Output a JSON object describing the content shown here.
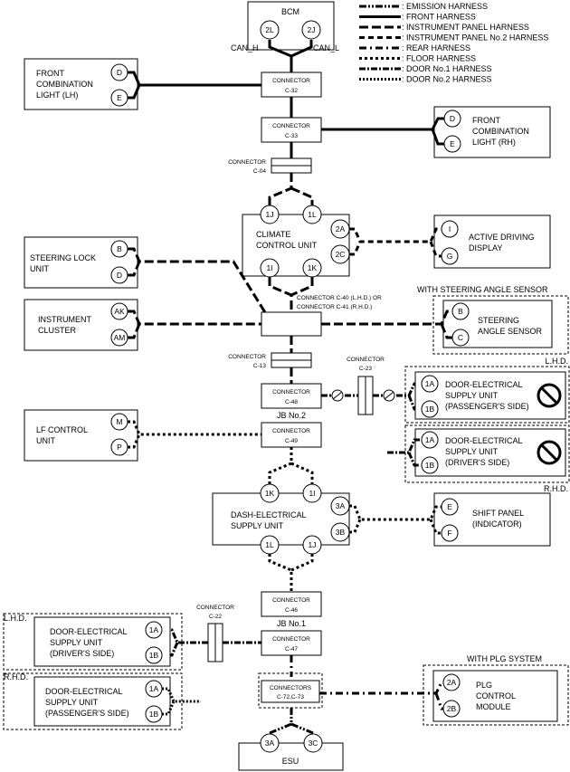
{
  "legend": [
    {
      "label": ": EMISSION HARNESS",
      "style": "emis"
    },
    {
      "label": ": FRONT HARNESS",
      "style": "front"
    },
    {
      "label": ": INSTRUMENT PANEL HARNESS",
      "style": "ip"
    },
    {
      "label": ": INSTRUMENT PANEL No.2 HARNESS",
      "style": "ip2"
    },
    {
      "label": ": REAR HARNESS",
      "style": "rear"
    },
    {
      "label": ": FLOOR HARNESS",
      "style": "floor"
    },
    {
      "label": ": DOOR No.1 HARNESS",
      "style": "door1"
    },
    {
      "label": ": DOOR No.2 HARNESS",
      "style": "door2"
    }
  ],
  "bcm": {
    "title": "BCM",
    "pin_left": "2L",
    "pin_right": "2J",
    "can_h": "CAN_H",
    "can_l": "CAN_L"
  },
  "c32": {
    "line1": "CONNECTOR",
    "line2": "C-32"
  },
  "c33": {
    "line1": "CONNECTOR",
    "line2": "C-33"
  },
  "c04": {
    "line1": "CONNECTOR",
    "line2": "C-04"
  },
  "c13": {
    "line1": "CONNECTOR",
    "line2": "C-13"
  },
  "c40": {
    "line1": "CONNECTOR C-40 (L.H.D.) OR",
    "line2": "CONNECTOR C-41 (R.H.D.)"
  },
  "c23": {
    "line1": "CONNECTOR",
    "line2": "C-23"
  },
  "c48": {
    "line1": "CONNECTOR",
    "line2": "C-48"
  },
  "c49": {
    "line1": "CONNECTOR",
    "line2": "C-49"
  },
  "jb2": "JB No.2",
  "c46": {
    "line1": "CONNECTOR",
    "line2": "C-46"
  },
  "c47": {
    "line1": "CONNECTOR",
    "line2": "C-47"
  },
  "jb1": "JB No.1",
  "c22": {
    "line1": "CONNECTOR",
    "line2": "C-22"
  },
  "c72": {
    "line1": "CONNECTORS",
    "line2": "C-72,C-73"
  },
  "flh": {
    "line1": "FRONT",
    "line2": "COMBINATION",
    "line3": "LIGHT (LH)",
    "pin1": "D",
    "pin2": "E"
  },
  "frh": {
    "line1": "FRONT",
    "line2": "COMBINATION",
    "line3": "LIGHT (RH)",
    "pin1": "D",
    "pin2": "E"
  },
  "climate": {
    "line1": "CLIMATE",
    "line2": "CONTROL UNIT",
    "p1": "1J",
    "p2": "1L",
    "p3": "1I",
    "p4": "1K",
    "p5": "2A",
    "p6": "2C"
  },
  "add": {
    "line1": "ACTIVE DRIVING",
    "line2": "DISPLAY",
    "pin1": "I",
    "pin2": "G"
  },
  "steer": {
    "line1": "STEERING LOCK",
    "line2": "UNIT",
    "pin1": "B",
    "pin2": "D"
  },
  "inst": {
    "line1": "INSTRUMENT",
    "line2": "CLUSTER",
    "pin1": "AK",
    "pin2": "AM"
  },
  "sas": {
    "header": "WITH STEERING ANGLE SENSOR",
    "line1": "STEERING",
    "line2": "ANGLE SENSOR",
    "pin1": "B",
    "pin2": "C"
  },
  "lf": {
    "line1": "LF CONTROL",
    "line2": "UNIT",
    "pin1": "M",
    "pin2": "P"
  },
  "dps": {
    "tag": "L.H.D.",
    "line1": "DOOR-ELECTRICAL",
    "line2": "SUPPLY UNIT",
    "line3": "(PASSENGER'S SIDE)",
    "pin1": "1A",
    "pin2": "1B"
  },
  "dds": {
    "tag": "R.H.D.",
    "line1": "DOOR-ELECTRICAL",
    "line2": "SUPPLY UNIT",
    "line3": "(DRIVER'S SIDE)",
    "pin1": "1A",
    "pin2": "1B"
  },
  "dash": {
    "line1": "DASH-ELECTRICAL",
    "line2": "SUPPLY UNIT",
    "p1": "1K",
    "p2": "1I",
    "p3": "1L",
    "p4": "1J",
    "p5": "3A",
    "p6": "3B"
  },
  "shift": {
    "line1": "SHIFT PANEL",
    "line2": "(INDICATOR)",
    "pin1": "E",
    "pin2": "F"
  },
  "ldd": {
    "tag": "L.H.D.",
    "line1": "DOOR-ELECTRICAL",
    "line2": "SUPPLY UNIT",
    "line3": "(DRIVER'S SIDE)",
    "pin1": "1A",
    "pin2": "1B"
  },
  "rdp": {
    "tag": "R.H.D.",
    "line1": "DOOR-ELECTRICAL",
    "line2": "SUPPLY UNIT",
    "line3": "(PASSENGER'S SIDE)",
    "pin1": "1A",
    "pin2": "1B"
  },
  "plg": {
    "header": "WITH PLG SYSTEM",
    "line1": "PLG",
    "line2": "CONTROL",
    "line3": "MODULE",
    "pin1": "2A",
    "pin2": "2B"
  },
  "esu": {
    "title": "ESU",
    "pin1": "3A",
    "pin2": "3C"
  }
}
